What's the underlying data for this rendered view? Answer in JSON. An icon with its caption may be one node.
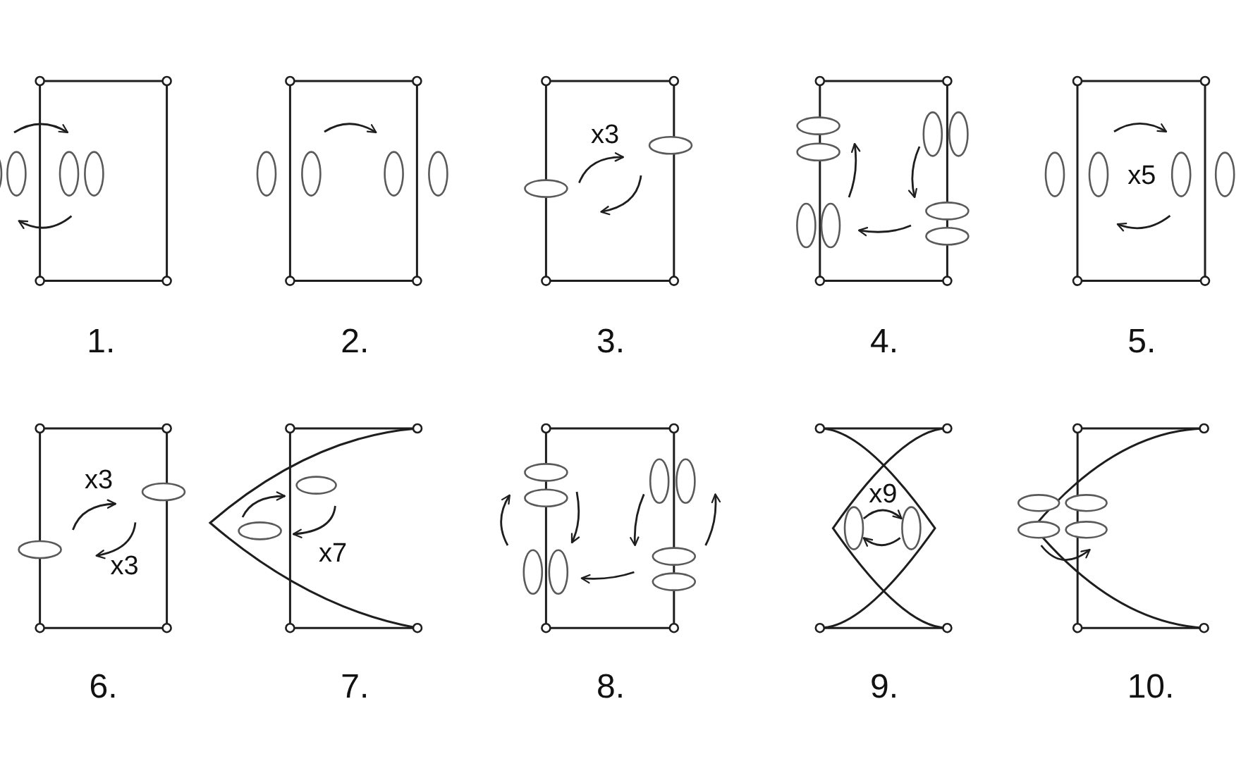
{
  "diagram": {
    "labels": [
      "x3",
      "x5",
      "1.",
      "2.",
      "3.",
      "4.",
      "5.",
      "x3",
      "x3",
      "x7",
      "x9",
      "6.",
      "7.",
      "8.",
      "9.",
      "10."
    ]
  }
}
